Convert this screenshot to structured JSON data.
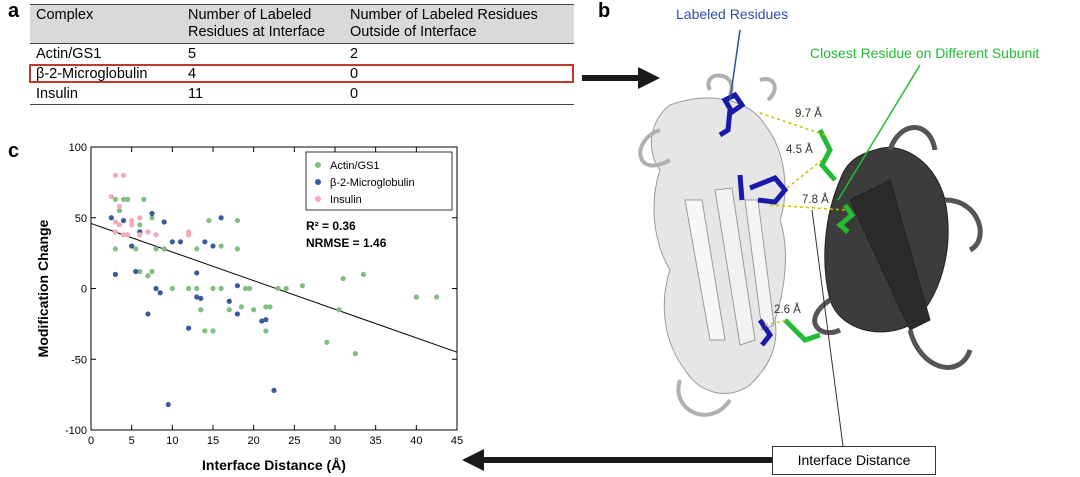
{
  "panels": {
    "a": "a",
    "b": "b",
    "c": "c"
  },
  "table": {
    "headers": [
      "Complex",
      "Number of Labeled Residues at Interface",
      "Number of Labeled Residues Outside of Interface"
    ],
    "rows": [
      [
        "Actin/GS1",
        "5",
        "2"
      ],
      [
        "β-2-Microglobulin",
        "4",
        "0"
      ],
      [
        "Insulin",
        "11",
        "0"
      ]
    ],
    "highlight_row": 1,
    "highlight_color": "#c0392b"
  },
  "structure": {
    "labeled_residues_label": "Labeled Residues",
    "labeled_residues_color": "#2e4fa8",
    "closest_residue_label": "Closest Residue on Different Subunit",
    "closest_residue_color": "#22bb33",
    "distances": [
      "9.7 Å",
      "4.5 Å",
      "7.8 Å",
      "2.6 Å"
    ],
    "interface_distance_label": "Interface Distance"
  },
  "chart_data": {
    "type": "scatter",
    "xlabel": "Interface Distance (Å)",
    "ylabel": "Modification Change",
    "xlim": [
      0,
      45
    ],
    "ylim": [
      -100,
      100
    ],
    "xticks": [
      0,
      5,
      10,
      15,
      20,
      25,
      30,
      35,
      40,
      45
    ],
    "yticks": [
      -100,
      -50,
      0,
      50,
      100
    ],
    "legend_position": "top-right",
    "annotations": [
      "R² = 0.36",
      "NRMSE = 1.46"
    ],
    "fit_line": {
      "x": [
        0,
        45
      ],
      "y": [
        46,
        -45
      ]
    },
    "series": [
      {
        "name": "Actin/GS1",
        "color": "#7fbf7f",
        "points": [
          [
            3,
            28
          ],
          [
            3,
            63
          ],
          [
            3.5,
            55
          ],
          [
            4,
            63
          ],
          [
            4,
            48
          ],
          [
            4.5,
            63
          ],
          [
            5,
            30
          ],
          [
            5.5,
            28
          ],
          [
            6,
            12
          ],
          [
            6,
            45
          ],
          [
            6.5,
            63
          ],
          [
            7,
            9
          ],
          [
            7.5,
            12
          ],
          [
            7.5,
            50
          ],
          [
            8,
            28
          ],
          [
            9,
            28
          ],
          [
            10,
            0
          ],
          [
            12,
            0
          ],
          [
            12,
            38
          ],
          [
            13,
            0
          ],
          [
            13,
            28
          ],
          [
            13.5,
            -15
          ],
          [
            14,
            -30
          ],
          [
            14.5,
            48
          ],
          [
            15,
            -30
          ],
          [
            15,
            0
          ],
          [
            16,
            30
          ],
          [
            16,
            0
          ],
          [
            17,
            -15
          ],
          [
            18,
            48
          ],
          [
            18,
            28
          ],
          [
            18.5,
            -13
          ],
          [
            19,
            0
          ],
          [
            19.5,
            0
          ],
          [
            20,
            -15
          ],
          [
            21.5,
            -13
          ],
          [
            21.5,
            -30
          ],
          [
            22,
            -13
          ],
          [
            23,
            0
          ],
          [
            24,
            0
          ],
          [
            26,
            2
          ],
          [
            29,
            -38
          ],
          [
            30.5,
            -15
          ],
          [
            31,
            7
          ],
          [
            32.5,
            -46
          ],
          [
            33.5,
            10
          ],
          [
            40,
            -6
          ],
          [
            40,
            -6
          ],
          [
            42.5,
            -6
          ]
        ]
      },
      {
        "name": "β-2-Microglobulin",
        "color": "#3a5aa0",
        "points": [
          [
            2.5,
            50
          ],
          [
            3,
            10
          ],
          [
            4,
            48
          ],
          [
            5,
            30
          ],
          [
            5.5,
            12
          ],
          [
            6,
            40
          ],
          [
            7,
            -18
          ],
          [
            7.5,
            53
          ],
          [
            8,
            0
          ],
          [
            8.5,
            -3
          ],
          [
            9,
            47
          ],
          [
            9.5,
            -82
          ],
          [
            10,
            33
          ],
          [
            11,
            33
          ],
          [
            12,
            -28
          ],
          [
            13,
            -6
          ],
          [
            13,
            11
          ],
          [
            13.5,
            -7
          ],
          [
            14,
            33
          ],
          [
            15,
            30
          ],
          [
            16,
            50
          ],
          [
            17,
            -9
          ],
          [
            18,
            -18
          ],
          [
            18,
            2
          ],
          [
            21,
            -23
          ],
          [
            21.5,
            -22
          ],
          [
            22.5,
            -72
          ]
        ]
      },
      {
        "name": "Insulin",
        "color": "#f4a8b8",
        "points": [
          [
            2.5,
            65
          ],
          [
            3,
            80
          ],
          [
            3,
            47
          ],
          [
            3,
            40
          ],
          [
            3.5,
            58
          ],
          [
            3.5,
            45
          ],
          [
            4,
            80
          ],
          [
            4,
            38
          ],
          [
            4.5,
            38
          ],
          [
            5,
            45
          ],
          [
            5,
            48
          ],
          [
            6,
            50
          ],
          [
            6,
            38
          ],
          [
            7,
            40
          ],
          [
            8,
            38
          ],
          [
            12,
            40
          ],
          [
            12,
            38
          ]
        ]
      }
    ]
  }
}
